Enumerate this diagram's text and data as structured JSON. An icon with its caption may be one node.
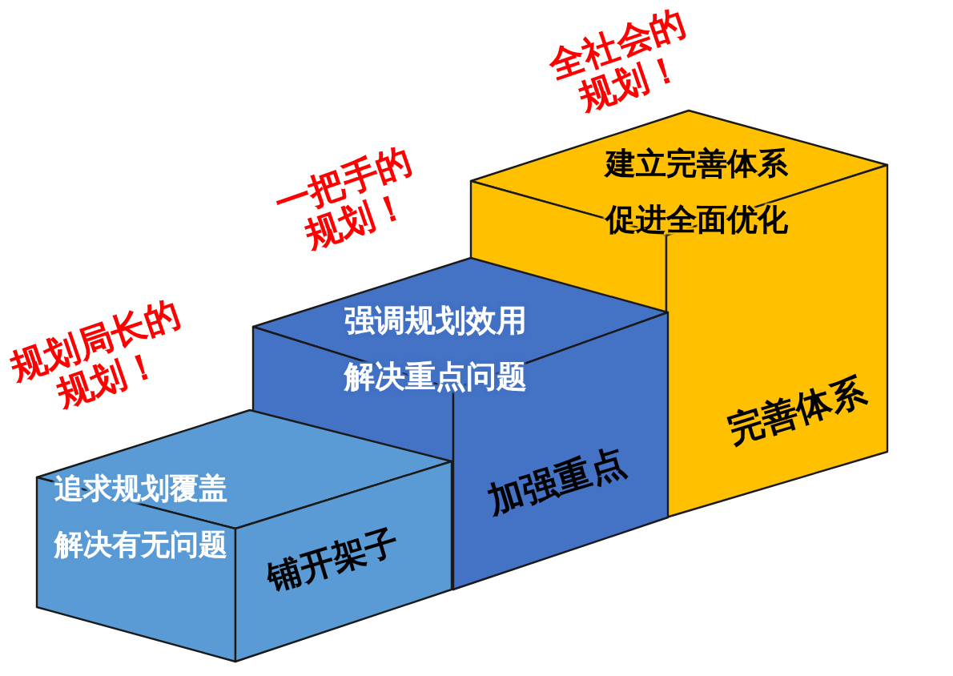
{
  "diagram": {
    "nodes": [
      {
        "text": [
          "追求规划覆盖",
          "解决有无问题",
          "铺开架子"
        ],
        "beside": [
          "规划局长的规划！"
        ]
      },
      {
        "text": [
          "强调规划效用",
          "解决重点问题",
          "加强重点"
        ],
        "beside": [
          "一把手的规划！"
        ]
      },
      {
        "text": [
          "建立完善体系",
          "促进全面优化",
          "完善体系"
        ],
        "beside": [
          "全社会的规划！"
        ]
      }
    ]
  }
}
